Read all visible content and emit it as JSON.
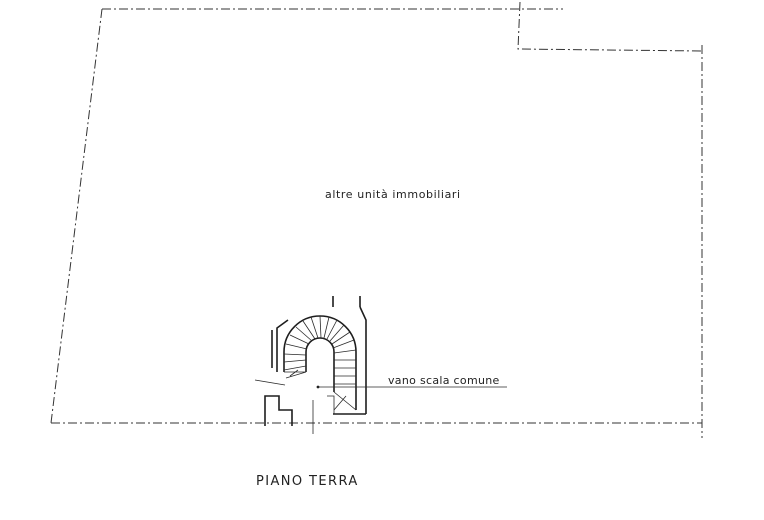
{
  "labels": {
    "other_units": "altre unità immobiliari",
    "stairwell": "vano scala comune",
    "floor": "PIANO TERRA"
  },
  "icons": {
    "staircase": "spiral-staircase-icon"
  },
  "colors": {
    "ink": "#222222",
    "paper": "#ffffff"
  }
}
